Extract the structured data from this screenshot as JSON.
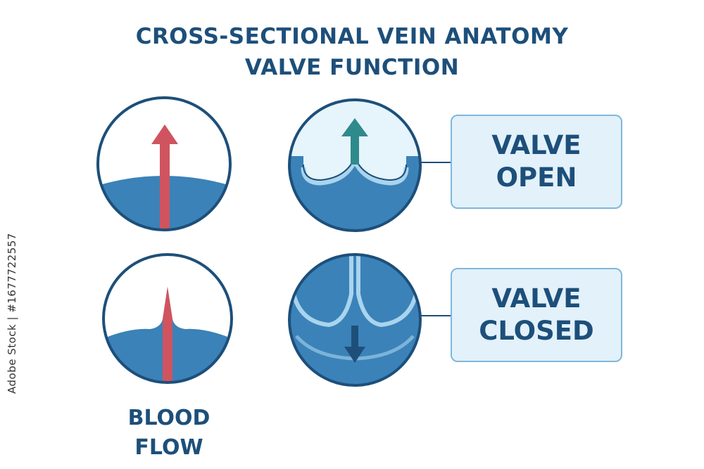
{
  "title": {
    "line1": "CROSS-SECTIONAL VEIN ANATOMY",
    "line2": "VALVE FUNCTION"
  },
  "labels": {
    "open_line1": "VALVE",
    "open_line2": "OPEN",
    "closed_line1": "VALVE",
    "closed_line2": "CLOSED",
    "flow_line1": "BLOOD",
    "flow_line2": "FLOW"
  },
  "watermark": "Adobe Stock | #1677722557",
  "colors": {
    "navy": "#1d4f7a",
    "blood_blue": "#3b82b8",
    "light_blue": "#e2f1fa",
    "red_arrow": "#d0545f",
    "teal_arrow": "#2f8a8c"
  },
  "icons": [
    "blood-flow-upward-icon",
    "blood-flow-spike-icon",
    "valve-open-icon",
    "valve-closed-icon"
  ]
}
